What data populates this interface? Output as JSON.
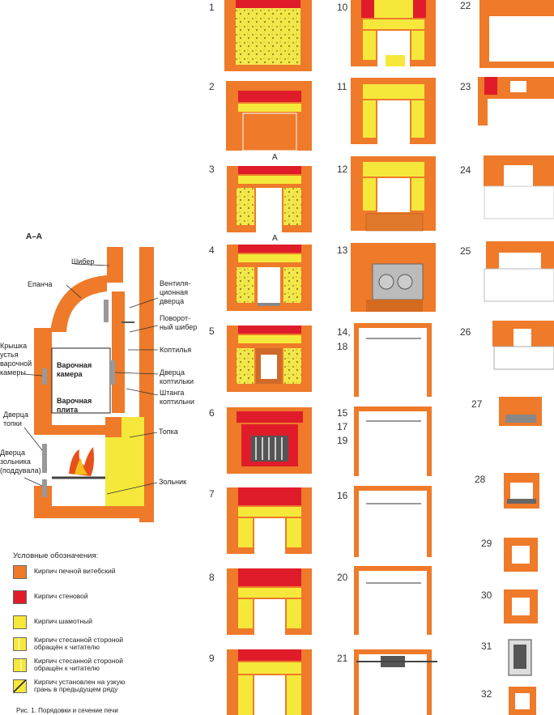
{
  "colors": {
    "brick": "#ee7a2a",
    "wall": "#e01c2a",
    "fireclay": "#f5e83a",
    "sand": "#f3ec6a",
    "mortar": "#ffffff"
  },
  "section": {
    "title": "А–А",
    "labels": {
      "shiber": "Шибер",
      "epancha": "Епанча",
      "vent1": "Вентиля-",
      "vent2": "ционная",
      "vent3": "дверца",
      "povor1": "Поворот-",
      "povor2": "ный шибер",
      "koptilya": "Коптилья",
      "kryshka1": "Крышка",
      "kryshka2": "устья",
      "kryshka3": "варочной",
      "kryshka4": "камеры",
      "varochnaya1": "Варочная",
      "varochnaya2": "камера",
      "plita1": "Варочная",
      "plita2": "плита",
      "dvkopt1": "Дверца",
      "dvkopt2": "коптильки",
      "shtanga1": "Штанга",
      "shtanga2": "коптильни",
      "dvtopki1": "Дверца",
      "dvtopki2": "топки",
      "topka": "Топка",
      "dvzol1": "Дверца",
      "dvzol2": "зольника",
      "dvzol3": "(поддувала)",
      "zolnik": "Зольник"
    }
  },
  "marker_a": "А",
  "legend": {
    "title": "Условные обозначения:",
    "items": [
      {
        "label1": "Кирпич печной витебский",
        "label2": ""
      },
      {
        "label1": "Кирпич стеновой",
        "label2": ""
      },
      {
        "label1": "Кирпич шамотный",
        "label2": ""
      },
      {
        "label1": "Кирпич стесанной стороной",
        "label2": "обращён к читателю"
      },
      {
        "label1": "Кирпич стесанной стороной",
        "label2": "обращён к читателю"
      },
      {
        "label1": "Кирпич установлен на узкую",
        "label2": "грань в предыдущем ряду"
      }
    ]
  },
  "caption": "Рис. 1. Порядовки и сечение печи",
  "rows": {
    "r1": "1",
    "r2": "2",
    "r3": "3",
    "r4": "4",
    "r5": "5",
    "r6": "6",
    "r7": "7",
    "r8": "8",
    "r9": "9",
    "r10": "10",
    "r11": "11",
    "r12": "12",
    "r13": "13",
    "r14": "14,",
    "r18": "18",
    "r15": "15",
    "r17": "17",
    "r19": "19",
    "r16": "16",
    "r20": "20",
    "r21": "21",
    "r22": "22",
    "r23": "23",
    "r24": "24",
    "r25": "25",
    "r26": "26",
    "r27": "27",
    "r28": "28",
    "r29": "29",
    "r30": "30",
    "r31": "31",
    "r32": "32"
  }
}
